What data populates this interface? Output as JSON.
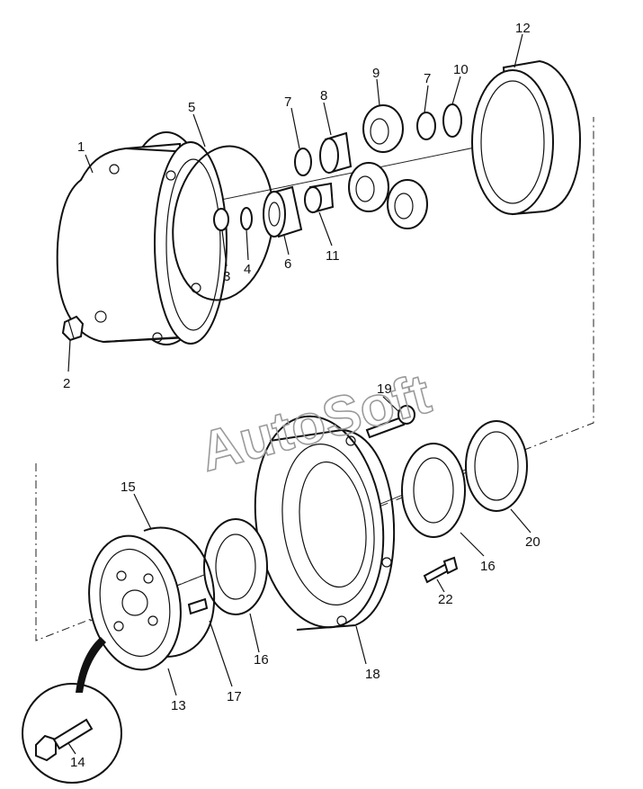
{
  "watermark": "AutoSoft",
  "callouts": {
    "c1": "1",
    "c2": "2",
    "c3": "3",
    "c4": "4",
    "c5": "5",
    "c6": "6",
    "c7a": "7",
    "c7b": "7",
    "c8": "8",
    "c9": "9",
    "c10": "10",
    "c11": "11",
    "c12": "12",
    "c13": "13",
    "c14": "14",
    "c15": "15",
    "c16a": "16",
    "c16b": "16",
    "c17": "17",
    "c18": "18",
    "c19": "19",
    "c20": "20",
    "c22": "22"
  }
}
